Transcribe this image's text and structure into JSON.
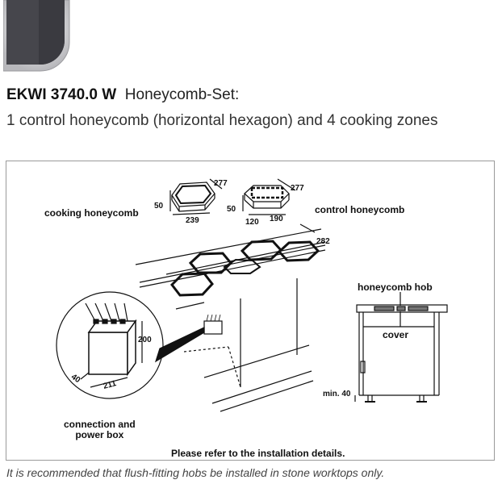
{
  "colors": {
    "swatch_fill": "#4a4a50",
    "swatch_rim": "#c6c6ca",
    "panel_border": "#9a9a9a"
  },
  "header": {
    "model": "EKWI 3740.0 W",
    "set_name": "Honeycomb-Set:",
    "description": "1 control honeycomb (horizontal hexagon) and 4 cooking zones"
  },
  "diagram": {
    "labels": {
      "cooking_honeycomb": "cooking honeycomb",
      "control_honeycomb": "control honeycomb",
      "honeycomb_hob": "honeycomb hob",
      "cover": "cover",
      "connection_box_line1": "connection and",
      "connection_box_line2": "power box",
      "min_40": "min. 40"
    },
    "dimensions": {
      "cooking_width": "277",
      "cooking_height": "50",
      "cooking_depth": "239",
      "control_width": "277",
      "control_height": "50",
      "control_depth_a": "120",
      "control_depth_b": "190",
      "hob_depth": "282",
      "box_height": "200",
      "box_width": "211",
      "box_depth": "40"
    },
    "instruction": "Please refer to the installation details."
  },
  "footnote": "It is recommended that flush-fitting hobs be installed in stone worktops only."
}
